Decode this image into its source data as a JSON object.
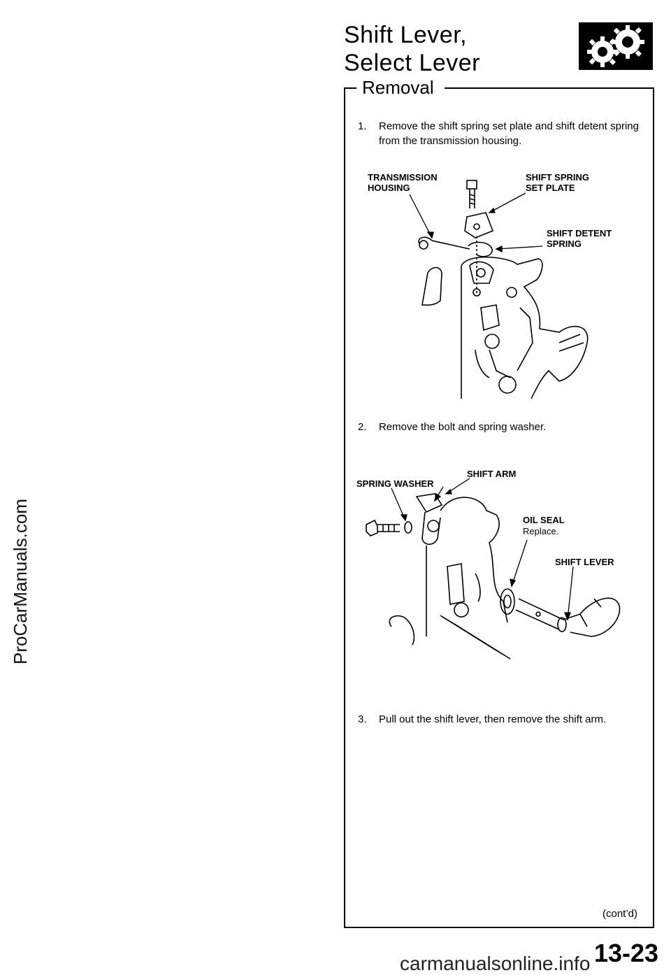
{
  "watermark_left": "ProCarManuals.com",
  "title": {
    "line1": "Shift Lever,",
    "line2": "Select Lever"
  },
  "section": "Removal",
  "steps": [
    {
      "num": "1.",
      "text": "Remove the shift spring set plate and shift detent spring from the transmission housing."
    },
    {
      "num": "2.",
      "text": "Remove the bolt and spring washer."
    },
    {
      "num": "3.",
      "text": "Pull out the shift lever, then remove the shift arm."
    }
  ],
  "figure1": {
    "labels": {
      "transmission_housing": [
        "TRANSMISSION",
        "HOUSING"
      ],
      "shift_spring_set_plate": [
        "SHIFT SPRING",
        "SET PLATE"
      ],
      "shift_detent_spring": [
        "SHIFT DETENT",
        "SPRING"
      ]
    }
  },
  "figure2": {
    "labels": {
      "spring_washer": "SPRING WASHER",
      "shift_arm": "SHIFT ARM",
      "oil_seal": "OIL SEAL",
      "oil_seal_note": "Replace.",
      "shift_lever": "SHIFT LEVER"
    }
  },
  "contd": "(cont’d)",
  "page_number": "13-23",
  "footer_watermark": "carmanualsonline.info"
}
